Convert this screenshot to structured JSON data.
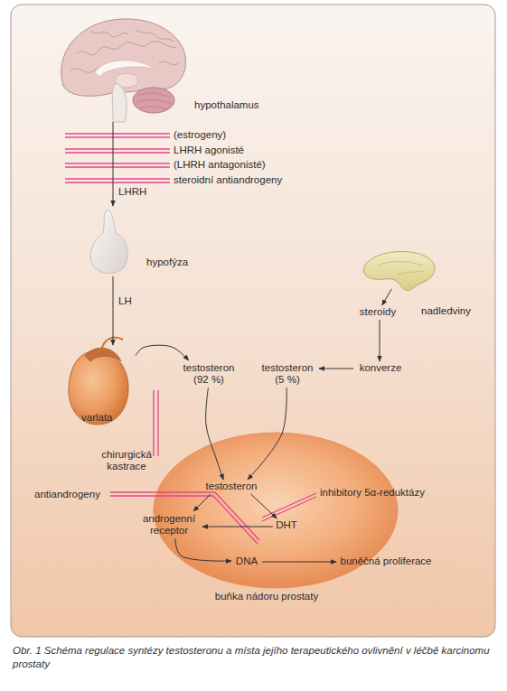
{
  "diagram": {
    "caption": "Obr. 1 Schéma regulace syntézy testosteronu a místa jejího terapeutického ovlivnění v léčbě karcinomu prostaty",
    "nodes": [
      {
        "text": [
          "hypothalamus"
        ]
      },
      {
        "text": [
          "hypofýza"
        ]
      },
      {
        "text": [
          "nadledviny"
        ]
      },
      {
        "text": [
          "varlata"
        ]
      },
      {
        "text": [
          "testosteron (92 %)"
        ]
      },
      {
        "text": [
          "steroidy"
        ]
      },
      {
        "text": [
          "testosteron (5 %)"
        ]
      },
      {
        "text": [
          "konverze"
        ]
      },
      {
        "text": [
          "buňka nádoru prostaty"
        ]
      },
      {
        "text": [
          "testosteron"
        ],
        "in": 8
      },
      {
        "text": [
          "androgenní receptor"
        ],
        "in": 8
      },
      {
        "text": [
          "DHT"
        ],
        "in": 8
      },
      {
        "text": [
          "DNA"
        ],
        "in": 8
      },
      {
        "text": [
          "buněčná proliferace"
        ]
      }
    ],
    "edges": [
      {
        "from": 0,
        "to": 1,
        "arrow": "to",
        "label": "LHRH"
      },
      {
        "from": 1,
        "to": 3,
        "arrow": "to",
        "label": "LH"
      },
      {
        "from": 3,
        "to": 4,
        "arrow": "to"
      },
      {
        "from": 2,
        "to": 5,
        "arrow": "to"
      },
      {
        "from": 5,
        "to": 7,
        "arrow": "to"
      },
      {
        "from": 7,
        "to": 6,
        "arrow": "to"
      },
      {
        "from": 4,
        "to": 9,
        "arrow": "to"
      },
      {
        "from": 6,
        "to": 9,
        "arrow": "to"
      },
      {
        "from": 9,
        "to": 10,
        "arrow": "to"
      },
      {
        "from": 9,
        "to": 11,
        "arrow": "to"
      },
      {
        "from": 11,
        "to": 10,
        "arrow": "to"
      },
      {
        "from": 10,
        "to": 12,
        "arrow": "to"
      },
      {
        "from": 12,
        "to": 13,
        "arrow": "to"
      }
    ],
    "labels": [
      "(estrogeny)",
      "LHRH agonisté",
      "(LHRH antagonisté)",
      "steroidní antiandrogeny",
      "chirurgická kastrace",
      "antiandrogeny",
      "inhibitory 5α-reduktázy"
    ]
  }
}
